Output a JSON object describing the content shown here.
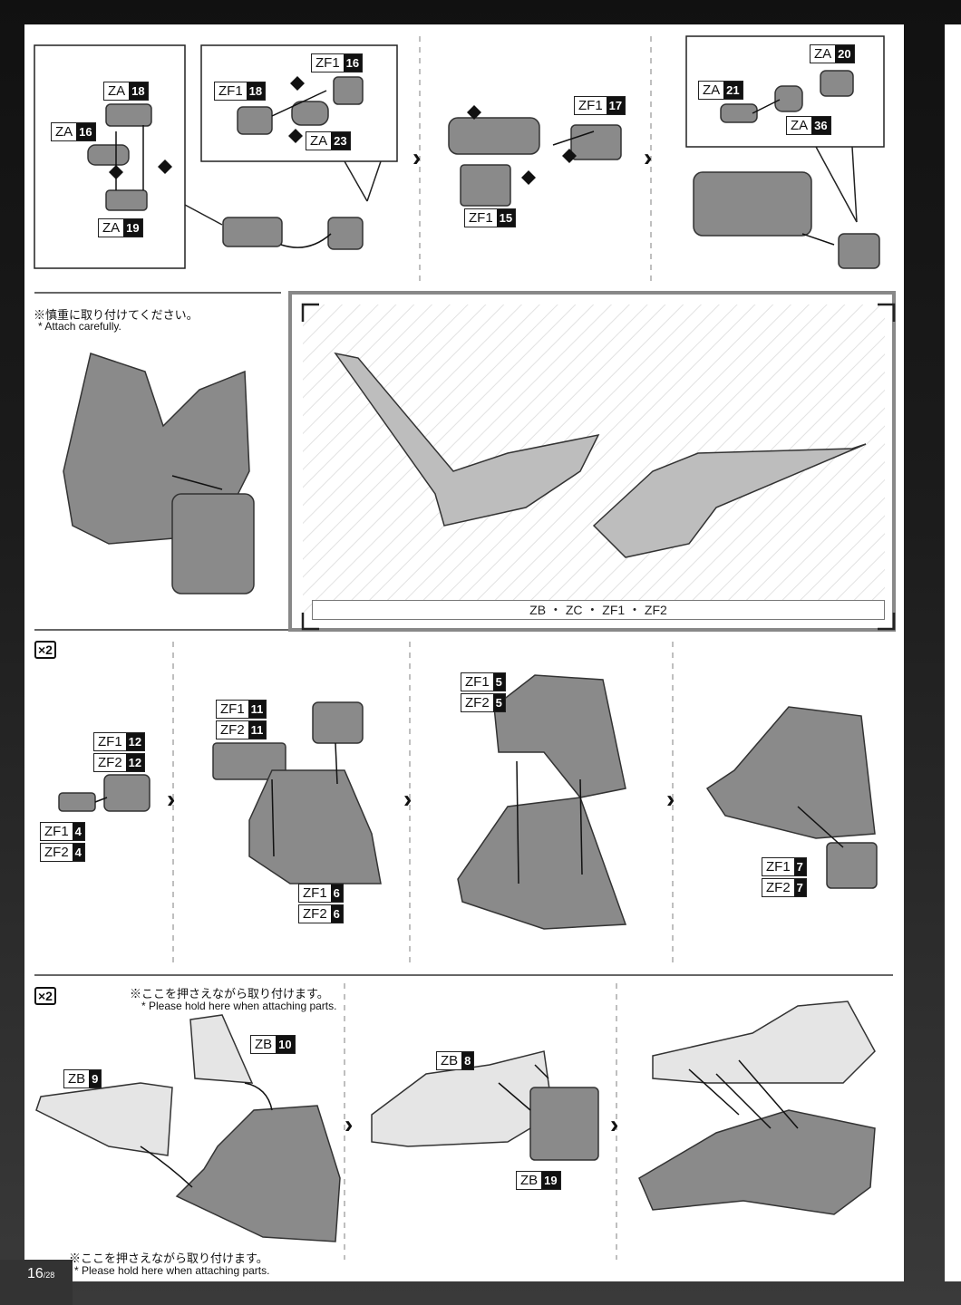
{
  "page": {
    "number": "16",
    "total": "/28"
  },
  "notes": {
    "attach_carefully_jp": "※慎重に取り付けてください。",
    "attach_carefully_en": "* Attach carefully.",
    "hold_here_jp": "※ここを押さえながら取り付けます。",
    "hold_here_en": "* Please hold here when attaching parts."
  },
  "runner_bar": "ZB ・ ZC ・ ZF1 ・ ZF2",
  "multiplier": "×2",
  "step_arrow": "›",
  "labels": [
    {
      "id": "za18",
      "n": "ZA",
      "num": "18"
    },
    {
      "id": "za16",
      "n": "ZA",
      "num": "16"
    },
    {
      "id": "za19",
      "n": "ZA",
      "num": "19"
    },
    {
      "id": "zf1_16",
      "n": "ZF1",
      "num": "16"
    },
    {
      "id": "zf1_18",
      "n": "ZF1",
      "num": "18"
    },
    {
      "id": "za23",
      "n": "ZA",
      "num": "23"
    },
    {
      "id": "zf1_17",
      "n": "ZF1",
      "num": "17"
    },
    {
      "id": "zf1_15",
      "n": "ZF1",
      "num": "15"
    },
    {
      "id": "za20",
      "n": "ZA",
      "num": "20"
    },
    {
      "id": "za21",
      "n": "ZA",
      "num": "21"
    },
    {
      "id": "za36",
      "n": "ZA",
      "num": "36"
    },
    {
      "id": "zf1_12",
      "n": "ZF1",
      "num": "12"
    },
    {
      "id": "zf2_12",
      "n": "ZF2",
      "num": "12"
    },
    {
      "id": "zf1_4",
      "n": "ZF1",
      "num": "4"
    },
    {
      "id": "zf2_4",
      "n": "ZF2",
      "num": "4"
    },
    {
      "id": "zf1_11",
      "n": "ZF1",
      "num": "11"
    },
    {
      "id": "zf2_11",
      "n": "ZF2",
      "num": "11"
    },
    {
      "id": "zf1_6",
      "n": "ZF1",
      "num": "6"
    },
    {
      "id": "zf2_6",
      "n": "ZF2",
      "num": "6"
    },
    {
      "id": "zf1_5",
      "n": "ZF1",
      "num": "5"
    },
    {
      "id": "zf2_5",
      "n": "ZF2",
      "num": "5"
    },
    {
      "id": "zf1_7",
      "n": "ZF1",
      "num": "7"
    },
    {
      "id": "zf2_7",
      "n": "ZF2",
      "num": "7"
    },
    {
      "id": "zb10",
      "n": "ZB",
      "num": "10"
    },
    {
      "id": "zb9",
      "n": "ZB",
      "num": "9"
    },
    {
      "id": "zb8",
      "n": "ZB",
      "num": "8"
    },
    {
      "id": "zb19",
      "n": "ZB",
      "num": "19"
    }
  ]
}
